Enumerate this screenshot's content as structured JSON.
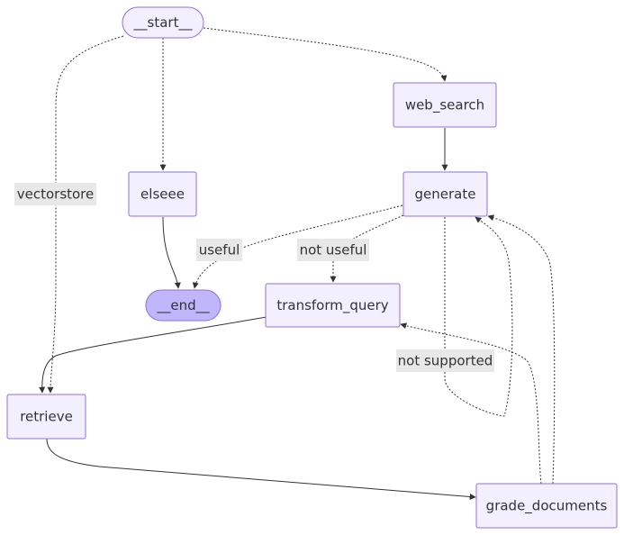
{
  "diagram": {
    "nodes": {
      "start": "__start__",
      "web_search": "web_search",
      "elseee": "elseee",
      "generate": "generate",
      "end": "__end__",
      "transform_query": "transform_query",
      "retrieve": "retrieve",
      "grade_documents": "grade_documents"
    },
    "edge_labels": {
      "vectorstore": "vectorstore",
      "useful": "useful",
      "not_useful": "not useful",
      "not_supported": "not supported"
    },
    "colors": {
      "node_fill": "#f2f0ff",
      "node_stroke": "#9370db",
      "end_fill": "#bfb6fc",
      "edge": "#333333",
      "label_bg": "#e8e8e8"
    }
  }
}
